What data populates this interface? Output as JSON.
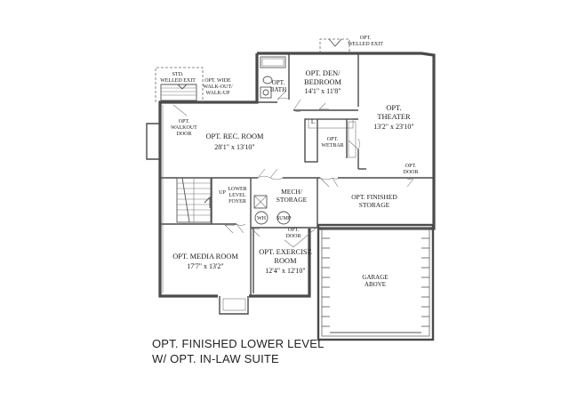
{
  "title": {
    "line1": "OPT. FINISHED LOWER LEVEL",
    "line2": "W/ OPT.  IN-LAW SUITE"
  },
  "rooms": {
    "den": {
      "name1": "OPT. DEN/",
      "name2": "BEDROOM",
      "dims": "14'1\" x 11'8\""
    },
    "bath": {
      "name1": "OPT.",
      "name2": "BATH"
    },
    "theater": {
      "name1": "OPT.",
      "name2": "THEATER",
      "dims": "13'2\" x 23'10\""
    },
    "rec": {
      "name": "OPT. REC. ROOM",
      "dims": "28'1\" x 13'10\""
    },
    "wetbar": {
      "name1": "OPT.",
      "name2": "WETBAR"
    },
    "mech": {
      "name1": "MECH/",
      "name2": "STORAGE"
    },
    "finished_storage": {
      "name1": "OPT. FINISHED",
      "name2": "STORAGE"
    },
    "foyer": {
      "name1": "LOWER",
      "name2": "LEVEL",
      "name3": "FOYER"
    },
    "media": {
      "name": "OPT. MEDIA ROOM",
      "dims": "17'7\" x 13'2\""
    },
    "exercise": {
      "name1": "OPT. EXERCISE",
      "name2": "ROOM",
      "dims": "12'4\" x 12'10\""
    },
    "garage": {
      "name1": "GARAGE",
      "name2": "ABOVE"
    }
  },
  "notes": {
    "welled_exit_top": {
      "l1": "OPT.",
      "l2": "WELLED EXIT"
    },
    "std_welled_exit": {
      "l1": "STD.",
      "l2": "WELLED EXIT"
    },
    "wide_walkout": {
      "l1": "OPT. WIDE",
      "l2": "WALK-OUT/",
      "l3": "WALK-UP"
    },
    "walkout_door": {
      "l1": "OPT.",
      "l2": "WALKOUT",
      "l3": "DOOR"
    },
    "door_right": {
      "l1": "OPT.",
      "l2": "DOOR"
    },
    "door_bottom": {
      "l1": "OPT.",
      "l2": "DOOR"
    },
    "stairs_up": "UP",
    "water_heater": "WH",
    "sump": "SUMP",
    "l_mark": "L"
  }
}
